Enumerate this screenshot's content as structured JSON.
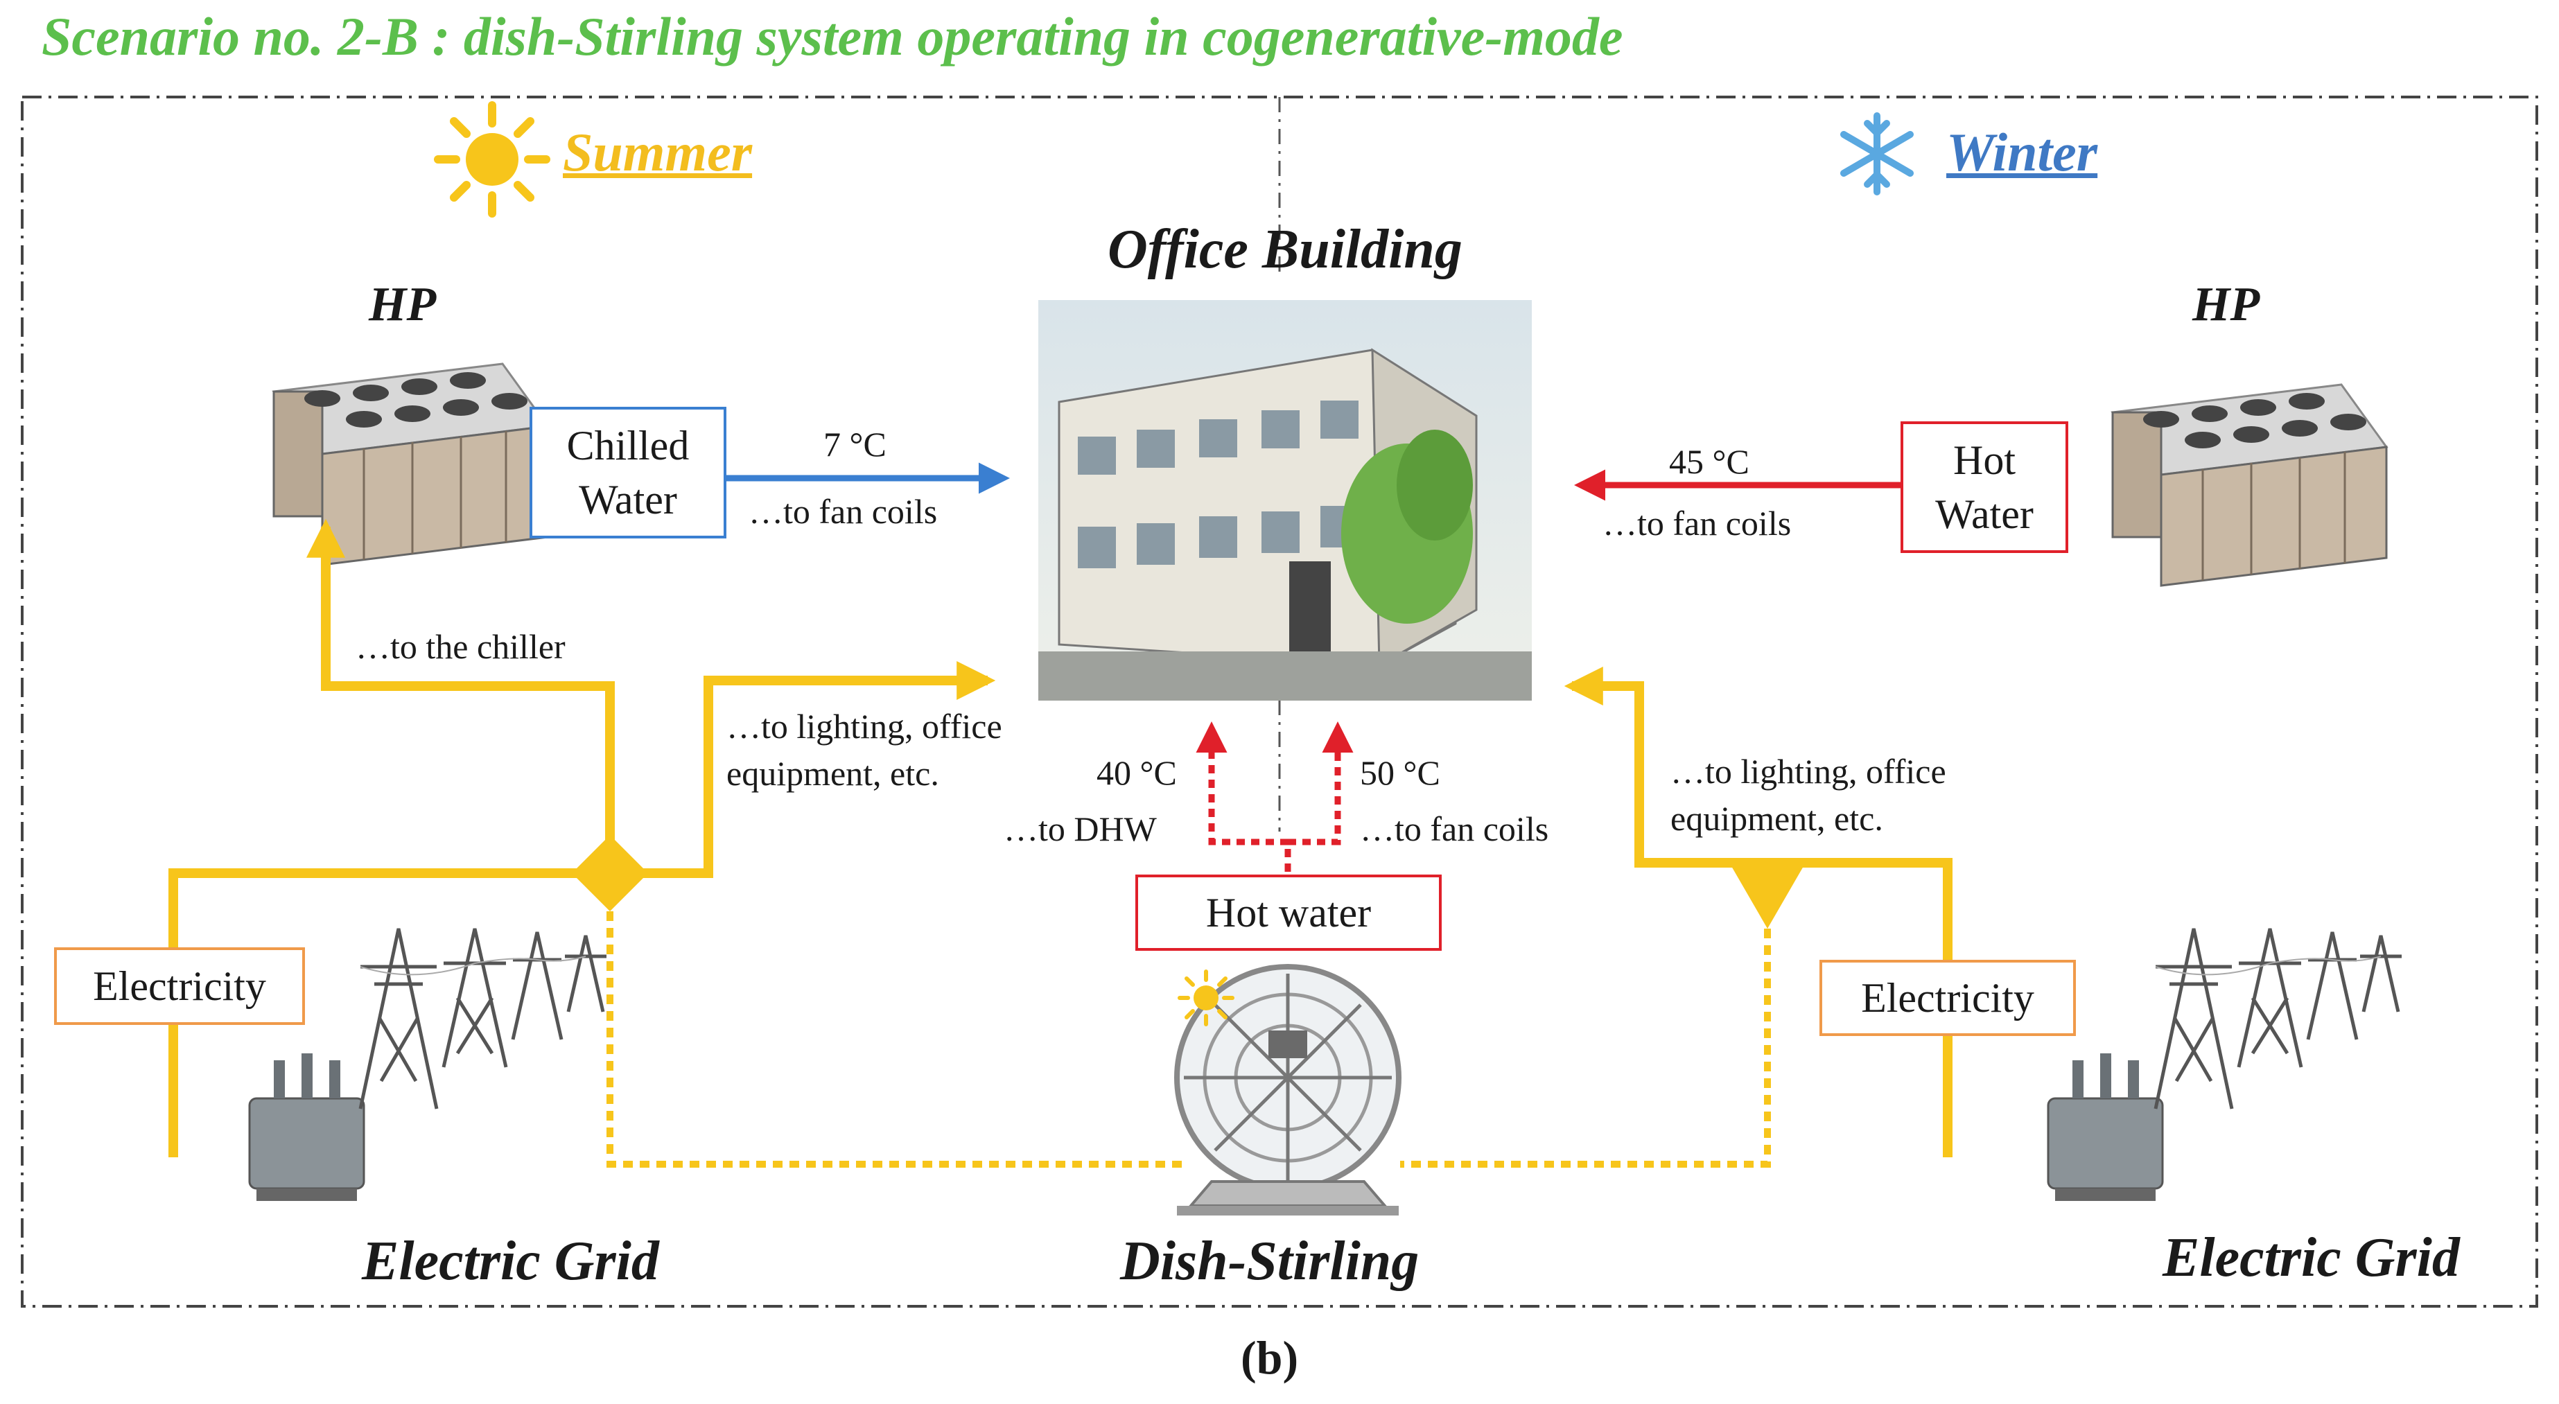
{
  "title": "Scenario no. 2-B : dish-Stirling system operating in cogenerative-mode",
  "seasons": {
    "summer": "Summer",
    "winter": "Winter"
  },
  "labels": {
    "office_building": "Office Building",
    "hp_left": "HP",
    "hp_right": "HP",
    "electric_grid_left": "Electric Grid",
    "electric_grid_right": "Electric Grid",
    "dish_stirling": "Dish-Stirling"
  },
  "boxes": {
    "chilled_water": "Chilled\nWater",
    "hot_water_right": "Hot\nWater",
    "hot_water_center": "Hot water",
    "electricity_left": "Electricity",
    "electricity_right": "Electricity"
  },
  "flows": {
    "chilled_temp": "7 °C",
    "chilled_dest": "…to fan coils",
    "hot_temp": "45 °C",
    "hot_dest": "…to fan coils",
    "to_chiller": "…to the chiller",
    "lighting_left": "…to lighting, office\nequipment, etc.",
    "lighting_right": "…to lighting, office\nequipment, etc.",
    "dhw_temp": "40 °C",
    "dhw_dest": "…to DHW",
    "fancoil_temp": "50 °C",
    "fancoil_dest": "…to fan coils"
  },
  "caption": {
    "open": "(",
    "letter": "b",
    "close": ")"
  },
  "colors": {
    "title": "#5cbf4c",
    "summer": "#f3bd1e",
    "winter": "#3f79c4",
    "electric_line": "#f7c51b",
    "cold_line": "#3a7fd1",
    "hot_line": "#e0202a",
    "electricity_box": "#f09a4a"
  },
  "icons": [
    "sun-icon",
    "snowflake-icon",
    "heat-pump-icon",
    "office-building-icon",
    "transformer-icon",
    "power-tower-icon",
    "dish-stirling-icon"
  ]
}
